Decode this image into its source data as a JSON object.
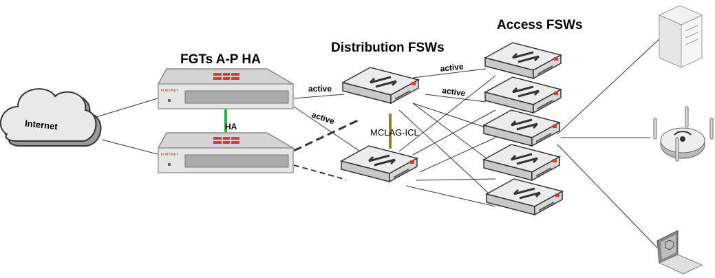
{
  "titles": {
    "fgt": "FGTs A-P HA",
    "dist": "Distribution FSWs",
    "access": "Access FSWs"
  },
  "labels": {
    "internet": "Internet",
    "ha": "HA",
    "mclag": "MCLAG-ICL",
    "active1": "active",
    "active2": "active",
    "active3": "active",
    "active4": "active"
  },
  "colors": {
    "ha_link": "#2bb24c",
    "icl_link": "#8b7d3a",
    "brand_red": "#e03a2f",
    "device_gray": "#d9d9d9"
  },
  "devices": {
    "fortigates": [
      "fgt-primary",
      "fgt-secondary"
    ],
    "distribution_switches": 2,
    "access_switches": 5,
    "endpoints": [
      "server",
      "access-point",
      "laptop"
    ]
  }
}
